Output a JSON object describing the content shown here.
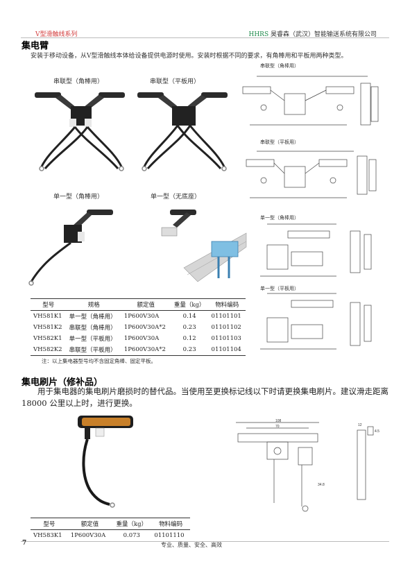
{
  "header": {
    "left": "V型滑触线系列",
    "brand": "HHRS",
    "company": "昊睿森（武汉）智能输送系统有限公司"
  },
  "section1": {
    "title": "集电臂",
    "desc": "安装于移动设备，从V型滑触线本体给设备提供电源时使用。安装时根据不同的要求，有角棒用和平板用两种类型。",
    "photo_captions": [
      "串联型（角棒用）",
      "串联型（平板用）",
      "单一型（角棒用）",
      "单一型（无底座）"
    ],
    "drawing_captions": [
      "串联型（角棒用）",
      "串联型（平板用）",
      "单一型（角棒用）",
      "单一型（平板用）"
    ],
    "table": {
      "headers": [
        "型号",
        "规格",
        "额定值",
        "重量（kg）",
        "物料编码"
      ],
      "rows": [
        [
          "VH581K1",
          "单一型（角棒用）",
          "1P600V30A",
          "0.14",
          "01101101"
        ],
        [
          "VH581K2",
          "串联型（角棒用）",
          "1P600V30A*2",
          "0.23",
          "01101102"
        ],
        [
          "VH582K1",
          "单一型（平板用）",
          "1P600V30A",
          "0.12",
          "01101103"
        ],
        [
          "VH582K2",
          "串联型（平板用）",
          "1P600V30A*2",
          "0.23",
          "01101104"
        ]
      ]
    },
    "note": "注：以上集电器型号均不含固定角棒、固定平板。"
  },
  "section2": {
    "title": "集电刷片（修补品）",
    "desc": "用于集电器的集电刷片磨损时的替代品。当使用至更换标记线以下时请更换集电刷片。建议滑走距离 18000 公里以上时，进行更换。",
    "drawing_dims": [
      "108",
      "70",
      "34.8",
      "4.5",
      "12"
    ],
    "table": {
      "headers": [
        "型号",
        "额定值",
        "重量（kg）",
        "物料编码"
      ],
      "rows": [
        [
          "VH583K1",
          "1P600V30A",
          "0.073",
          "01101110"
        ]
      ]
    }
  },
  "footer": {
    "page": "7",
    "slogan": "专业、质量、安全、高效"
  },
  "colors": {
    "accent_red": "#d23a3a",
    "brand_green": "#1d8a4a",
    "brush_orange": "#c8802a"
  }
}
